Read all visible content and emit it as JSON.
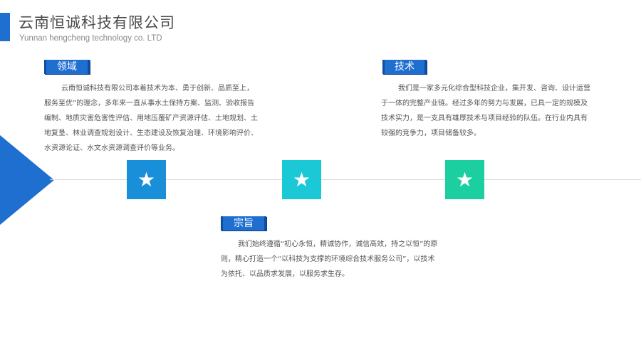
{
  "header": {
    "company_cn": "云南恒诚科技有限公司",
    "company_en": "Yunnan hengcheng technology co. LTD"
  },
  "sections": {
    "field": {
      "label": "领域",
      "text": "云南恒诚科技有限公司本着技术为本、勇于创新、品质至上，服务至优”的理念，多年来一直从事水土保持方案、监测、验收报告编制、地质灾害危害性评估、用地压覆矿产资源评估、土地规划、土地复垦、林业调查规划设计、生态建设及恢复治理、环境影响评价、水资源论证、水文水资源调查评价等业务。"
    },
    "tech": {
      "label": "技术",
      "text": "我们是一家多元化综合型科技企业，集开发、咨询、设计运营于一体的完整产业链。经过多年的努力与发展，已具一定的规模及技术实力，是一支具有雄厚技术与项目经验的队伍。在行业内具有较强的竞争力，项目储备较多。"
    },
    "tenet": {
      "label": "宗旨",
      "text": "我们始终遵循“初心永恒，精诚协作，诚信高效，持之以恒”的原则，精心打造一个“以科技为支撑的环境综合技术服务公司”，以技术为依托、以品质求发展，以服务求生存。"
    }
  },
  "icons": [
    "star-icon",
    "star-icon",
    "star-icon"
  ],
  "colors": {
    "accent": "#1f6fd1",
    "star_box_1": "#1a8fd9",
    "star_box_2": "#1ac8d6",
    "star_box_3": "#1ccfa1"
  }
}
